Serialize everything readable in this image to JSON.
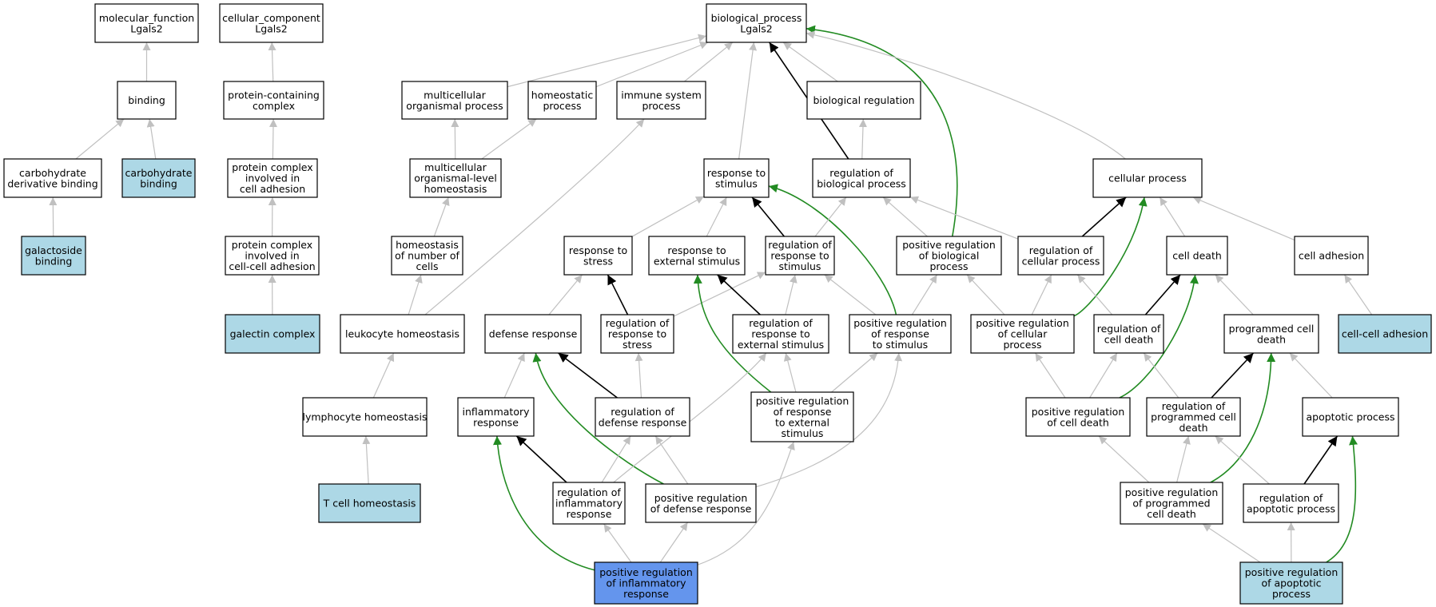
{
  "colors": {
    "node_fill": "#ffffff",
    "highlight_fill": "#add8e6",
    "query_fill": "#6495ed",
    "edge_gray": "#c0c0c0",
    "edge_black": "#000000",
    "edge_green": "#228b22"
  },
  "graph": {
    "nodes": [
      {
        "id": "mf",
        "lines": [
          "molecular_function",
          "Lgals2"
        ],
        "kind": "plain"
      },
      {
        "id": "cc",
        "lines": [
          "cellular_component",
          "Lgals2"
        ],
        "kind": "plain"
      },
      {
        "id": "bp",
        "lines": [
          "biological_process",
          "Lgals2"
        ],
        "kind": "plain"
      },
      {
        "id": "binding",
        "lines": [
          "binding"
        ],
        "kind": "plain"
      },
      {
        "id": "pcc",
        "lines": [
          "protein-containing",
          "complex"
        ],
        "kind": "plain"
      },
      {
        "id": "mop",
        "lines": [
          "multicellular",
          "organismal process"
        ],
        "kind": "plain"
      },
      {
        "id": "homp",
        "lines": [
          "homeostatic",
          "process"
        ],
        "kind": "plain"
      },
      {
        "id": "isp",
        "lines": [
          "immune system",
          "process"
        ],
        "kind": "plain"
      },
      {
        "id": "breg",
        "lines": [
          "biological regulation"
        ],
        "kind": "plain"
      },
      {
        "id": "cdb",
        "lines": [
          "carbohydrate",
          "derivative binding"
        ],
        "kind": "plain"
      },
      {
        "id": "cb",
        "lines": [
          "carbohydrate",
          "binding"
        ],
        "kind": "highlight"
      },
      {
        "id": "pcica",
        "lines": [
          "protein complex",
          "involved in",
          "cell adhesion"
        ],
        "kind": "plain"
      },
      {
        "id": "mlh",
        "lines": [
          "multicellular",
          "organismal-level",
          "homeostasis"
        ],
        "kind": "plain"
      },
      {
        "id": "rts",
        "lines": [
          "response to",
          "stimulus"
        ],
        "kind": "plain"
      },
      {
        "id": "rbp",
        "lines": [
          "regulation of",
          "biological process"
        ],
        "kind": "plain"
      },
      {
        "id": "cp",
        "lines": [
          "cellular process"
        ],
        "kind": "plain"
      },
      {
        "id": "gb",
        "lines": [
          "galactoside",
          "binding"
        ],
        "kind": "highlight"
      },
      {
        "id": "pciccа",
        "lines": [
          "protein complex",
          "involved in",
          "cell-cell adhesion"
        ],
        "kind": "plain"
      },
      {
        "id": "hnc",
        "lines": [
          "homeostasis",
          "of number of",
          "cells"
        ],
        "kind": "plain"
      },
      {
        "id": "rtstr",
        "lines": [
          "response to",
          "stress"
        ],
        "kind": "plain"
      },
      {
        "id": "rtes",
        "lines": [
          "response to",
          "external stimulus"
        ],
        "kind": "plain"
      },
      {
        "id": "rrts",
        "lines": [
          "regulation of",
          "response to",
          "stimulus"
        ],
        "kind": "plain"
      },
      {
        "id": "prbp",
        "lines": [
          "positive regulation",
          "of biological",
          "process"
        ],
        "kind": "plain"
      },
      {
        "id": "rcp",
        "lines": [
          "regulation of",
          "cellular process"
        ],
        "kind": "plain"
      },
      {
        "id": "cdeath",
        "lines": [
          "cell death"
        ],
        "kind": "plain"
      },
      {
        "id": "cadh",
        "lines": [
          "cell adhesion"
        ],
        "kind": "plain"
      },
      {
        "id": "galc",
        "lines": [
          "galectin complex"
        ],
        "kind": "highlight"
      },
      {
        "id": "lh",
        "lines": [
          "leukocyte homeostasis"
        ],
        "kind": "plain"
      },
      {
        "id": "dr",
        "lines": [
          "defense response"
        ],
        "kind": "plain"
      },
      {
        "id": "rrtstr",
        "lines": [
          "regulation of",
          "response to",
          "stress"
        ],
        "kind": "plain"
      },
      {
        "id": "rrtes",
        "lines": [
          "regulation of",
          "response to",
          "external stimulus"
        ],
        "kind": "plain"
      },
      {
        "id": "prrts",
        "lines": [
          "positive regulation",
          "of response",
          "to stimulus"
        ],
        "kind": "plain"
      },
      {
        "id": "prcp",
        "lines": [
          "positive regulation",
          "of cellular",
          "process"
        ],
        "kind": "plain"
      },
      {
        "id": "rcd",
        "lines": [
          "regulation of",
          "cell death"
        ],
        "kind": "plain"
      },
      {
        "id": "pcd",
        "lines": [
          "programmed cell",
          "death"
        ],
        "kind": "plain"
      },
      {
        "id": "cca",
        "lines": [
          "cell-cell adhesion"
        ],
        "kind": "highlight"
      },
      {
        "id": "lymh",
        "lines": [
          "lymphocyte homeostasis"
        ],
        "kind": "plain"
      },
      {
        "id": "ir",
        "lines": [
          "inflammatory",
          "response"
        ],
        "kind": "plain"
      },
      {
        "id": "rdr",
        "lines": [
          "regulation of",
          "defense response"
        ],
        "kind": "plain"
      },
      {
        "id": "prrtes",
        "lines": [
          "positive regulation",
          "of response",
          "to external",
          "stimulus"
        ],
        "kind": "plain"
      },
      {
        "id": "prcd",
        "lines": [
          "positive regulation",
          "of cell death"
        ],
        "kind": "plain"
      },
      {
        "id": "rpcd",
        "lines": [
          "regulation of",
          "programmed cell",
          "death"
        ],
        "kind": "plain"
      },
      {
        "id": "ap",
        "lines": [
          "apoptotic process"
        ],
        "kind": "plain"
      },
      {
        "id": "tch",
        "lines": [
          "T cell homeostasis"
        ],
        "kind": "highlight"
      },
      {
        "id": "rir",
        "lines": [
          "regulation of",
          "inflammatory",
          "response"
        ],
        "kind": "plain"
      },
      {
        "id": "prdr",
        "lines": [
          "positive regulation",
          "of defense response"
        ],
        "kind": "plain"
      },
      {
        "id": "prpcd",
        "lines": [
          "positive regulation",
          "of programmed",
          "cell death"
        ],
        "kind": "plain"
      },
      {
        "id": "rap",
        "lines": [
          "regulation of",
          "apoptotic process"
        ],
        "kind": "plain"
      },
      {
        "id": "prir",
        "lines": [
          "positive regulation",
          "of inflammatory",
          "response"
        ],
        "kind": "query"
      },
      {
        "id": "prap",
        "lines": [
          "positive regulation",
          "of apoptotic",
          "process"
        ],
        "kind": "highlight"
      }
    ],
    "edges": [
      {
        "from": "binding",
        "to": "mf",
        "type": "is_a"
      },
      {
        "from": "pcc",
        "to": "cc",
        "type": "is_a"
      },
      {
        "from": "mop",
        "to": "bp",
        "type": "is_a"
      },
      {
        "from": "homp",
        "to": "bp",
        "type": "is_a"
      },
      {
        "from": "isp",
        "to": "bp",
        "type": "is_a"
      },
      {
        "from": "breg",
        "to": "bp",
        "type": "is_a"
      },
      {
        "from": "rts",
        "to": "bp",
        "type": "is_a"
      },
      {
        "from": "rbp",
        "to": "bp",
        "type": "regulates"
      },
      {
        "from": "prbp",
        "to": "bp",
        "type": "positively_regulates"
      },
      {
        "from": "cp",
        "to": "bp",
        "type": "is_a"
      },
      {
        "from": "cdb",
        "to": "binding",
        "type": "is_a"
      },
      {
        "from": "cb",
        "to": "binding",
        "type": "is_a"
      },
      {
        "from": "gb",
        "to": "cdb",
        "type": "is_a"
      },
      {
        "from": "pcica",
        "to": "pcc",
        "type": "is_a"
      },
      {
        "from": "pciccа",
        "to": "pcica",
        "type": "is_a"
      },
      {
        "from": "galc",
        "to": "pciccа",
        "type": "is_a"
      },
      {
        "from": "mlh",
        "to": "mop",
        "type": "is_a"
      },
      {
        "from": "mlh",
        "to": "homp",
        "type": "is_a"
      },
      {
        "from": "hnc",
        "to": "mlh",
        "type": "is_a"
      },
      {
        "from": "lh",
        "to": "hnc",
        "type": "is_a"
      },
      {
        "from": "lh",
        "to": "isp",
        "type": "is_a"
      },
      {
        "from": "lymh",
        "to": "lh",
        "type": "is_a"
      },
      {
        "from": "tch",
        "to": "lymh",
        "type": "is_a"
      },
      {
        "from": "rbp",
        "to": "breg",
        "type": "is_a"
      },
      {
        "from": "rtstr",
        "to": "rts",
        "type": "is_a"
      },
      {
        "from": "rtes",
        "to": "rts",
        "type": "is_a"
      },
      {
        "from": "rrts",
        "to": "rts",
        "type": "regulates"
      },
      {
        "from": "prrts",
        "to": "rts",
        "type": "positively_regulates"
      },
      {
        "from": "rrts",
        "to": "rbp",
        "type": "is_a"
      },
      {
        "from": "prbp",
        "to": "rbp",
        "type": "is_a"
      },
      {
        "from": "rcp",
        "to": "rbp",
        "type": "is_a"
      },
      {
        "from": "rcp",
        "to": "cp",
        "type": "regulates"
      },
      {
        "from": "prcp",
        "to": "cp",
        "type": "positively_regulates"
      },
      {
        "from": "cdeath",
        "to": "cp",
        "type": "is_a"
      },
      {
        "from": "cadh",
        "to": "cp",
        "type": "is_a"
      },
      {
        "from": "cca",
        "to": "cadh",
        "type": "is_a"
      },
      {
        "from": "dr",
        "to": "rtstr",
        "type": "is_a"
      },
      {
        "from": "rrtstr",
        "to": "rtstr",
        "type": "regulates"
      },
      {
        "from": "rrtstr",
        "to": "rrts",
        "type": "is_a"
      },
      {
        "from": "rrtes",
        "to": "rtes",
        "type": "regulates"
      },
      {
        "from": "prrtes",
        "to": "rtes",
        "type": "positively_regulates"
      },
      {
        "from": "rrtes",
        "to": "rrts",
        "type": "is_a"
      },
      {
        "from": "prrts",
        "to": "rrts",
        "type": "is_a"
      },
      {
        "from": "prrts",
        "to": "prbp",
        "type": "is_a"
      },
      {
        "from": "prcp",
        "to": "prbp",
        "type": "is_a"
      },
      {
        "from": "prcp",
        "to": "rcp",
        "type": "is_a"
      },
      {
        "from": "rcd",
        "to": "rcp",
        "type": "is_a"
      },
      {
        "from": "rcd",
        "to": "cdeath",
        "type": "regulates"
      },
      {
        "from": "pcd",
        "to": "cdeath",
        "type": "is_a"
      },
      {
        "from": "prcd",
        "to": "cdeath",
        "type": "positively_regulates"
      },
      {
        "from": "ir",
        "to": "dr",
        "type": "is_a"
      },
      {
        "from": "rdr",
        "to": "dr",
        "type": "regulates"
      },
      {
        "from": "prdr",
        "to": "dr",
        "type": "positively_regulates"
      },
      {
        "from": "rdr",
        "to": "rrtstr",
        "type": "is_a"
      },
      {
        "from": "prrtes",
        "to": "rrtes",
        "type": "is_a"
      },
      {
        "from": "prrtes",
        "to": "prrts",
        "type": "is_a"
      },
      {
        "from": "rir",
        "to": "ir",
        "type": "regulates"
      },
      {
        "from": "prir",
        "to": "ir",
        "type": "positively_regulates"
      },
      {
        "from": "rir",
        "to": "rdr",
        "type": "is_a"
      },
      {
        "from": "rir",
        "to": "rrtes",
        "type": "is_a"
      },
      {
        "from": "prdr",
        "to": "rdr",
        "type": "is_a"
      },
      {
        "from": "prdr",
        "to": "prrts",
        "type": "is_a"
      },
      {
        "from": "prir",
        "to": "rir",
        "type": "is_a"
      },
      {
        "from": "prir",
        "to": "prdr",
        "type": "is_a"
      },
      {
        "from": "prir",
        "to": "prrtes",
        "type": "is_a"
      },
      {
        "from": "prcd",
        "to": "prcp",
        "type": "is_a"
      },
      {
        "from": "prcd",
        "to": "rcd",
        "type": "is_a"
      },
      {
        "from": "rpcd",
        "to": "rcd",
        "type": "is_a"
      },
      {
        "from": "rpcd",
        "to": "pcd",
        "type": "regulates"
      },
      {
        "from": "prpcd",
        "to": "pcd",
        "type": "positively_regulates"
      },
      {
        "from": "ap",
        "to": "pcd",
        "type": "is_a"
      },
      {
        "from": "prpcd",
        "to": "prcd",
        "type": "is_a"
      },
      {
        "from": "prpcd",
        "to": "rpcd",
        "type": "is_a"
      },
      {
        "from": "rap",
        "to": "rpcd",
        "type": "is_a"
      },
      {
        "from": "rap",
        "to": "ap",
        "type": "regulates"
      },
      {
        "from": "prap",
        "to": "ap",
        "type": "positively_regulates"
      },
      {
        "from": "prap",
        "to": "prpcd",
        "type": "is_a"
      },
      {
        "from": "prap",
        "to": "rap",
        "type": "is_a"
      }
    ]
  }
}
